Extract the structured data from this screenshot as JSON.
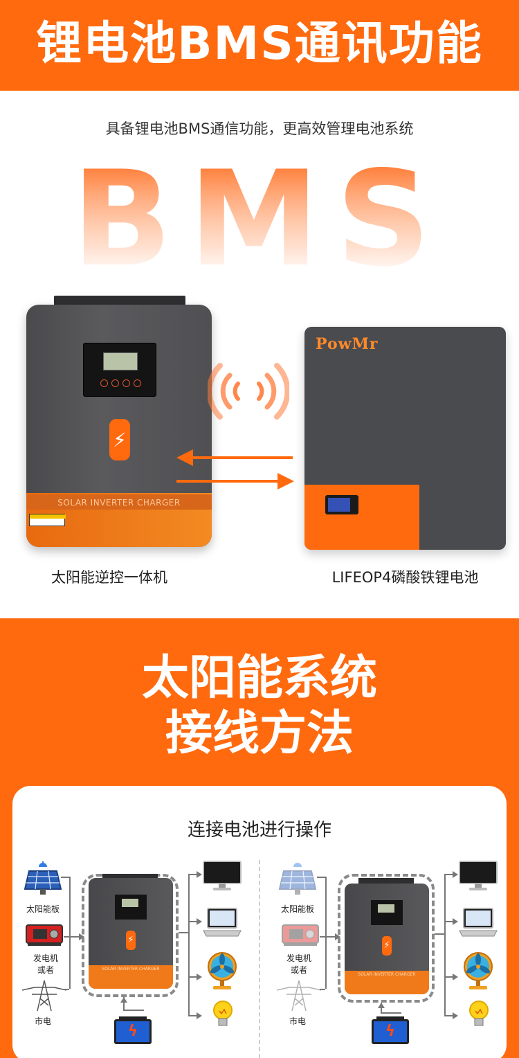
{
  "header": {
    "title": "锂电池BMS通讯功能"
  },
  "section1": {
    "subtitle": "具备锂电池BMS通信功能，更高效管理电池系统",
    "big_text": "BMS",
    "inverter_brand": "SOLAR INVERTER CHARGER",
    "battery_logo": "PowMr",
    "inverter_caption": "太阳能逆控一体机",
    "battery_caption": "LIFEOP4磷酸铁锂电池"
  },
  "section2": {
    "title_line1": "太阳能系统",
    "title_line2": "接线方法",
    "card_title": "连接电池进行操作",
    "left_diagram": {
      "solar_label": "太阳能板",
      "generator_label": "发电机\n或者",
      "grid_label": "市电",
      "inverter_brand": "SOLAR INVERTER CHARGER"
    },
    "right_diagram": {
      "solar_label": "太阳能板",
      "generator_label": "发电机\n或者",
      "grid_label": "市电",
      "inverter_brand": "SOLAR INVERTER CHARGER"
    }
  },
  "colors": {
    "accent": "#ff6a0f",
    "dark": "#4a4a4d"
  },
  "icons": [
    "lightning-bolt-icon",
    "signal-waves-icon",
    "solar-panel-icon",
    "generator-icon",
    "power-tower-icon",
    "monitor-icon",
    "laptop-icon",
    "fan-icon",
    "light-bulb-icon",
    "battery-icon"
  ]
}
